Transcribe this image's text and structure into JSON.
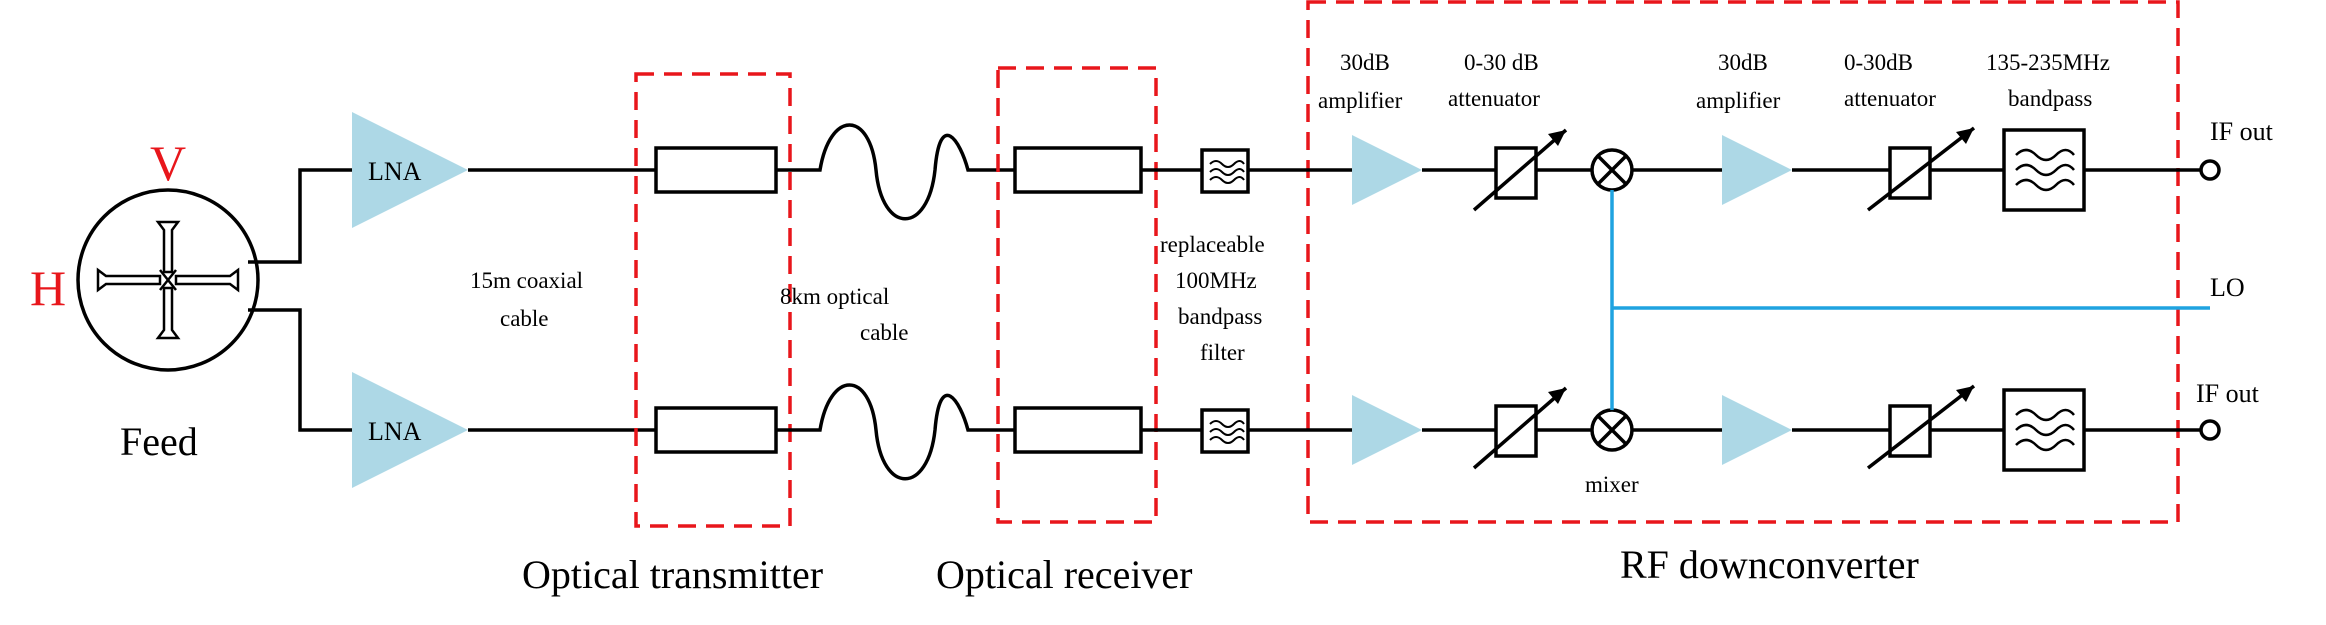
{
  "colors": {
    "dashed_box": "#e8161b",
    "polarization_labels": "#e8161b",
    "amplifier_fill": "#add8e6",
    "lo_line": "#1fa3e0",
    "lines": "#000000"
  },
  "feed": {
    "label": "Feed",
    "pol_v": "V",
    "pol_h": "H",
    "icon": "cross-dipole-feed-icon"
  },
  "lna_label": "LNA",
  "coax_label": [
    "15m coaxial",
    "cable"
  ],
  "optical_cable_label": [
    "8km optical",
    "cable"
  ],
  "filter_label": [
    "replaceable",
    "100MHz",
    "bandpass",
    "filter"
  ],
  "rf": {
    "amp1_label": [
      "30dB",
      "amplifier"
    ],
    "att1_label": [
      "0-30 dB",
      "attenuator"
    ],
    "amp2_label": [
      "30dB",
      "amplifier"
    ],
    "att2_label": [
      "0-30dB",
      "attenuator"
    ],
    "bpf_label": [
      "135-235MHz",
      "bandpass"
    ],
    "mixer_label": "mixer"
  },
  "outputs": {
    "if_out_top": "IF out",
    "lo": "LO",
    "if_out_bottom": "IF out"
  },
  "groups": {
    "transmitter": "Optical transmitter",
    "receiver": "Optical receiver",
    "downconverter": "RF downconverter"
  }
}
